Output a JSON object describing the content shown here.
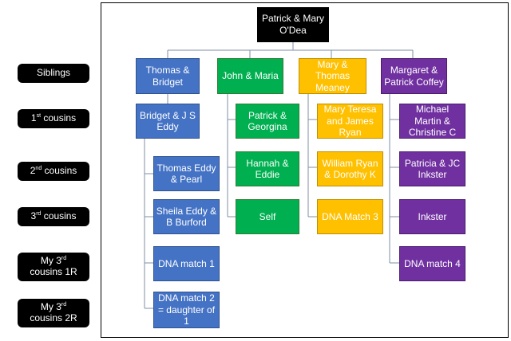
{
  "levels": {
    "siblings": "Siblings",
    "cousins1": {
      "pre": "1",
      "sup": "st",
      "post": " cousins"
    },
    "cousins2": {
      "pre": "2",
      "sup": "nd",
      "post": " cousins"
    },
    "cousins3": {
      "pre": "3",
      "sup": "rd",
      "post": " cousins"
    },
    "my3_1r": {
      "pre": "My 3",
      "sup": "rd",
      "post": "cousins 1R"
    },
    "my3_2r": {
      "pre": "My 3",
      "sup": "rd",
      "post": "cousins 2R"
    }
  },
  "root": "Patrick & Mary O'Dea",
  "blue": {
    "head": "Thomas & Bridget",
    "c1": "Bridget & J S Eddy",
    "c2": "Thomas Eddy & Pearl",
    "c3": "Sheila Eddy & B Burford",
    "c4": "DNA match 1",
    "c5": "DNA match 2 = daughter of 1"
  },
  "green": {
    "head": "John & Maria",
    "c1": "Patrick & Georgina",
    "c2": "Hannah & Eddie",
    "c3": "Self"
  },
  "yellow": {
    "head": "Mary & Thomas Meaney",
    "c1": "Mary Teresa and James Ryan",
    "c2": "William Ryan & Dorothy K",
    "c3": "DNA Match 3"
  },
  "purple": {
    "head": "Margaret & Patrick Coffey",
    "c1": "Michael Martin & Christine C",
    "c2": "Patricia & JC Inkster",
    "c3": "Inkster",
    "c4": "DNA match 4"
  },
  "colors": {
    "blue": "#4472c4",
    "green": "#00b050",
    "yellow": "#ffc000",
    "purple": "#7030a0",
    "label_bg": "#000000"
  }
}
